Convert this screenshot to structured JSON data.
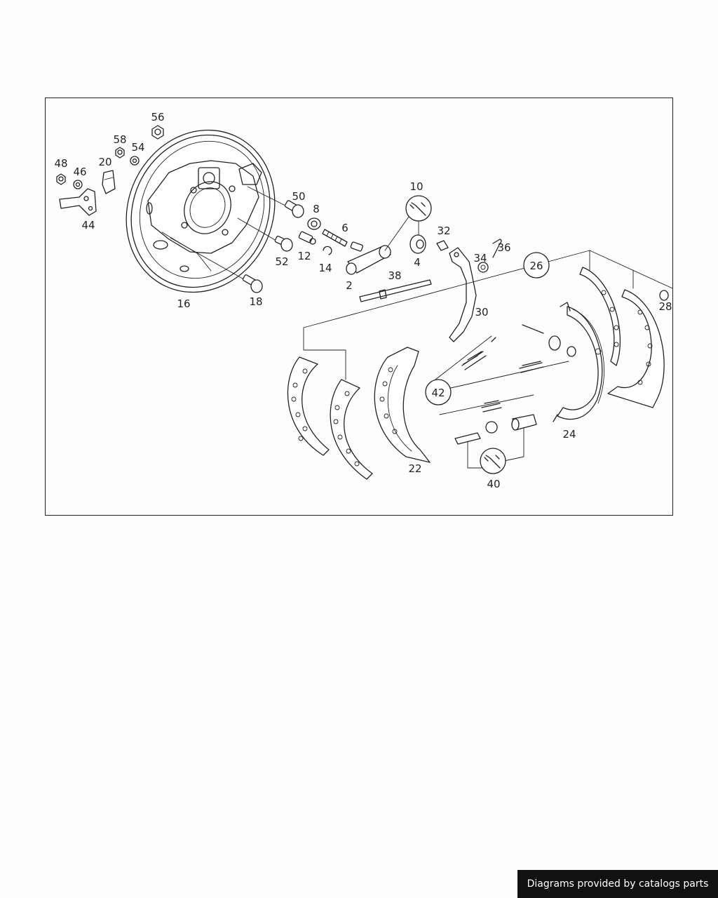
{
  "diagram": {
    "callouts": {
      "p2": "2",
      "p4": "4",
      "p6": "6",
      "p8": "8",
      "p10": "10",
      "p12": "12",
      "p14": "14",
      "p16": "16",
      "p18": "18",
      "p20": "20",
      "p22": "22",
      "p24": "24",
      "p26": "26",
      "p28": "28",
      "p30": "30",
      "p32": "32",
      "p34": "34",
      "p36": "36",
      "p38": "38",
      "p40": "40",
      "p42": "42",
      "p44": "44",
      "p46": "46",
      "p48": "48",
      "p50": "50",
      "p52": "52",
      "p54": "54",
      "p56": "56",
      "p58": "58"
    }
  },
  "footer": {
    "credit": "Diagrams provided by catalogs parts"
  }
}
